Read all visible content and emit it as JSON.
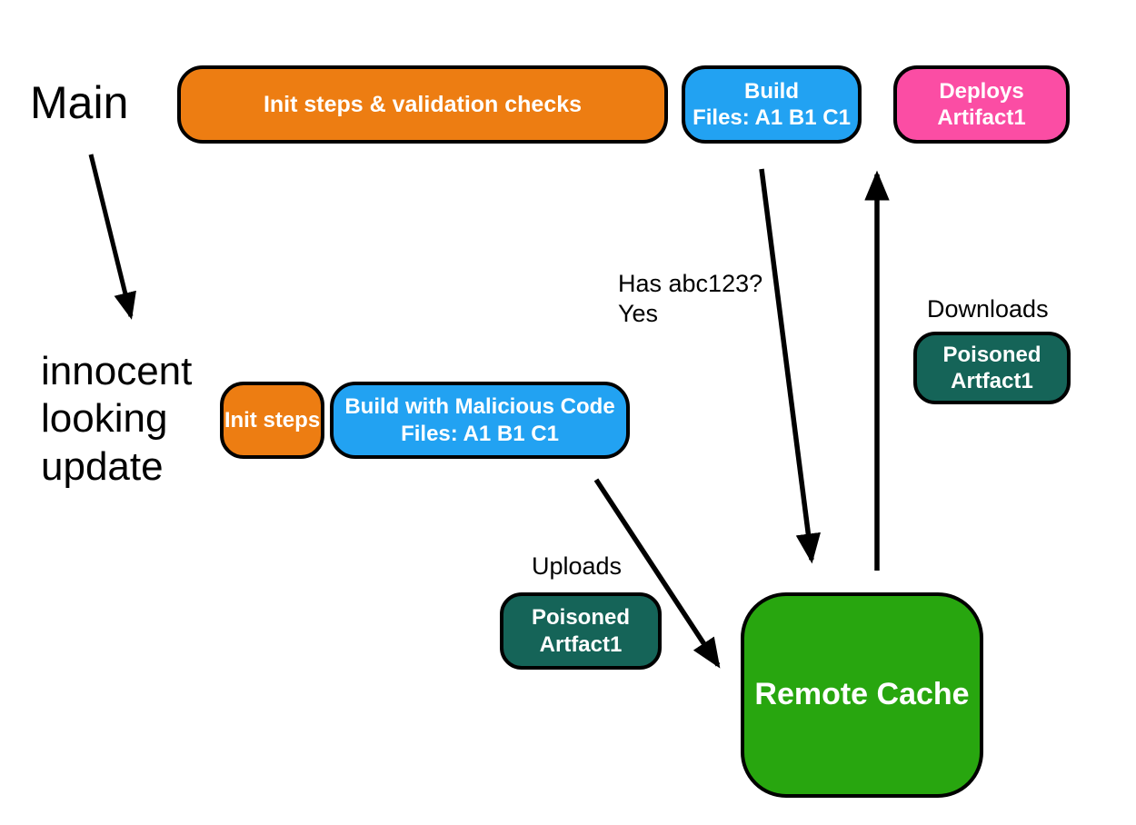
{
  "diagram": {
    "title_context": "CI cache-poisoning flow diagram",
    "colors": {
      "orange": "#ed7d12",
      "blue": "#22a2f2",
      "pink": "#fb4da4",
      "teal": "#156458",
      "green": "#28a60f",
      "stroke": "#000000",
      "background": "#ffffff",
      "node_text": "#ffffff",
      "free_text": "#000000"
    },
    "branches": {
      "main_label": "Main",
      "update_label": "innocent\nlooking\nupdate"
    },
    "nodes": {
      "init_validation": {
        "label": "Init steps & validation checks"
      },
      "build": {
        "line1": "Build",
        "line2": "Files: A1 B1 C1"
      },
      "deploys": {
        "line1": "Deploys",
        "line2": "Artifact1"
      },
      "init_steps": {
        "label": "Init steps"
      },
      "build_malicious": {
        "line1": "Build with Malicious Code",
        "line2": "Files: A1 B1 C1"
      },
      "poisoned_upload": {
        "line1": "Poisoned",
        "line2": "Artfact1"
      },
      "poisoned_download": {
        "line1": "Poisoned",
        "line2": "Artfact1"
      },
      "remote_cache": {
        "label": "Remote Cache"
      }
    },
    "annotations": {
      "has_abc": "Has abc123?\nYes",
      "downloads": "Downloads",
      "uploads": "Uploads"
    },
    "arrows": [
      {
        "name": "main-to-update",
        "from": "Main",
        "to": "innocent looking update"
      },
      {
        "name": "build-to-cache",
        "from": "Build",
        "to": "Remote Cache",
        "label": "Has abc123? Yes"
      },
      {
        "name": "cache-to-deploys",
        "from": "Remote Cache",
        "to": "Deploys Artifact1",
        "label": "Downloads"
      },
      {
        "name": "malicious-build-to-cache",
        "from": "Build with Malicious Code",
        "to": "Remote Cache",
        "label": "Uploads"
      }
    ]
  }
}
